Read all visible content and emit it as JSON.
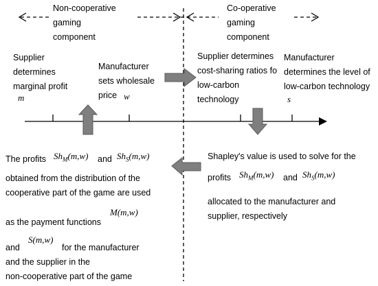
{
  "header": {
    "noncoop_label": "Non-cooperative\ngaming\ncomponent",
    "coop_label": "Co-operative\ngaming\ncomponent"
  },
  "timeline": {
    "supplier_margin": "Supplier\ndetermines\nmarginal profit",
    "supplier_margin_var": "m",
    "manufacturer_wholesale": "Manufacturer\nsets wholesale\nprice",
    "manufacturer_wholesale_var": "w",
    "supplier_costsharing": "Supplier determines\ncost-sharing ratios fo\nlow-carbon\ntechnology",
    "manufacturer_level": "Manufacturer\ndetermines the level of\nlow-carbon technology",
    "manufacturer_level_var": "s"
  },
  "left_box": {
    "line1_a": "The profits",
    "sh_m": "Sh",
    "sh_m_sub": "M",
    "sh_m_args": "(m,w)",
    "line1_and": "and",
    "sh_s": "Sh",
    "sh_s_sub": "S",
    "sh_s_args": "(m,w)",
    "line2": "obtained from the distribution of the\ncooperative part of the game are used",
    "line3": "as the payment functions",
    "m_func": "M(m,w)",
    "line4_and": "and",
    "s_func": "S(m,w)",
    "line4_rest": "for the manufacturer",
    "line5": "and the supplier in the\nnon-cooperative part of the game"
  },
  "right_box": {
    "line1": "Shapley's value is used to solve for the",
    "line2_a": "profits",
    "sh_m": "Sh",
    "sh_m_sub": "M",
    "sh_m_args": "(m,w)",
    "line2_and": "and",
    "sh_s": "Sh",
    "sh_s_sub": "S",
    "sh_s_args": "(m,w)",
    "line3": "allocated to the manufacturer and\nsupplier, respectively"
  },
  "colors": {
    "arrow_fill": "#7f7f7f",
    "arrow_stroke": "#5a5a5a",
    "line": "#000000"
  }
}
